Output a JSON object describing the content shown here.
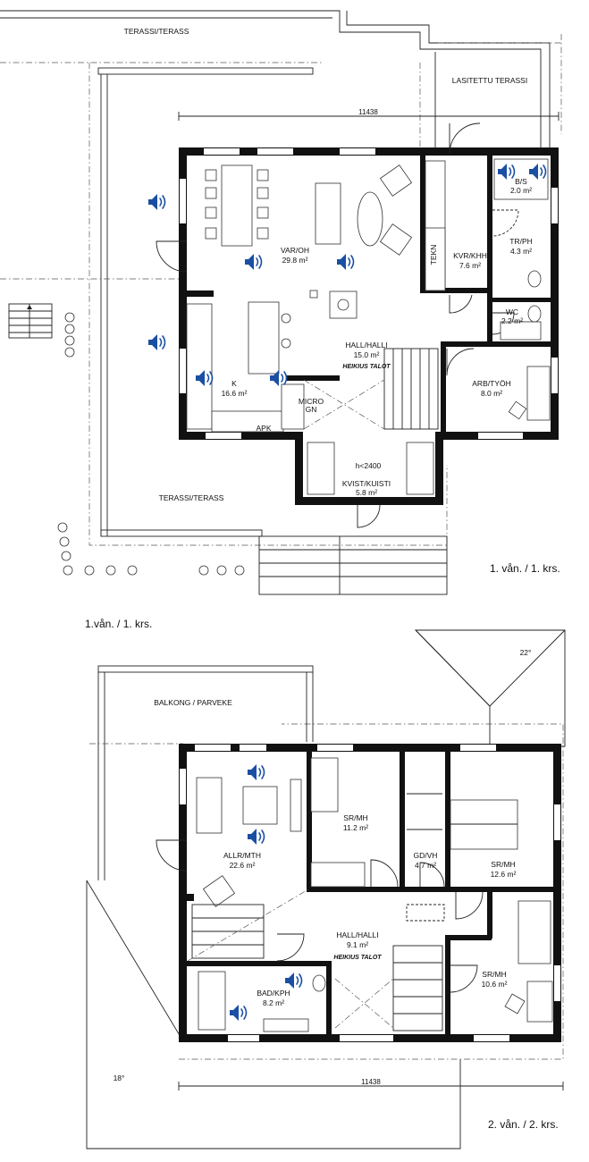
{
  "floor1": {
    "terrace_top": "TERASSI/TERASS",
    "glazed_terrace": "LASITETTU TERASSI",
    "terrace_bottom": "TERASSI/TERASS",
    "dimension": "11438",
    "rooms": {
      "living": {
        "name": "VAR/OH",
        "area": "29.8 m²"
      },
      "kitchen": {
        "name": "K",
        "area": "16.6 m²"
      },
      "hall": {
        "name": "HALL/HALLI",
        "area": "15.0 m²"
      },
      "utility": {
        "name": "KVR/KHH",
        "area": "7.6 m²"
      },
      "sauna_bath": {
        "name": "B/S",
        "area": "2.0 m²"
      },
      "dressing": {
        "name": "TR/PH",
        "area": "4.3 m²"
      },
      "wc": {
        "name": "WC",
        "area": "2.2 m²"
      },
      "work": {
        "name": "ARB/TYÖH",
        "area": "8.0 m²"
      },
      "porch": {
        "name": "KVIST/KUISTI",
        "area": "5.8 m²"
      }
    },
    "tech_label": "TEKN",
    "micro_label": "MICRO",
    "micro_label2": "GN",
    "apk_label": "APK",
    "ceiling_height": "h<2400",
    "floor_caption": "1. vån. / 1. krs.",
    "caption_below": "1.vån. / 1. krs."
  },
  "floor2": {
    "balcony": "BALKONG / PARVEKE",
    "dimension": "11438",
    "roof_angle_right": "22°",
    "roof_angle_left": "18°",
    "rooms": {
      "loft": {
        "name": "ALLR/MTH",
        "area": "22.6 m²"
      },
      "bedroom1": {
        "name": "SR/MH",
        "area": "11.2 m²"
      },
      "wardrobe": {
        "name": "GD/VH",
        "area": "4.7 m²"
      },
      "bedroom2": {
        "name": "SR/MH",
        "area": "12.6 m²"
      },
      "hall": {
        "name": "HALL/HALLI",
        "area": "9.1 m²"
      },
      "bath": {
        "name": "BAD/KPH",
        "area": "8.2 m²"
      },
      "bedroom3": {
        "name": "SR/MH",
        "area": "10.6 m²"
      }
    },
    "floor_caption": "2. vån. / 2. krs."
  },
  "brand_logo_text": "HEIKIUS TALOT",
  "colors": {
    "speaker": "#1a4fa3",
    "wall": "#111111",
    "line": "#333333"
  },
  "icons": [
    "speaker-icon"
  ]
}
